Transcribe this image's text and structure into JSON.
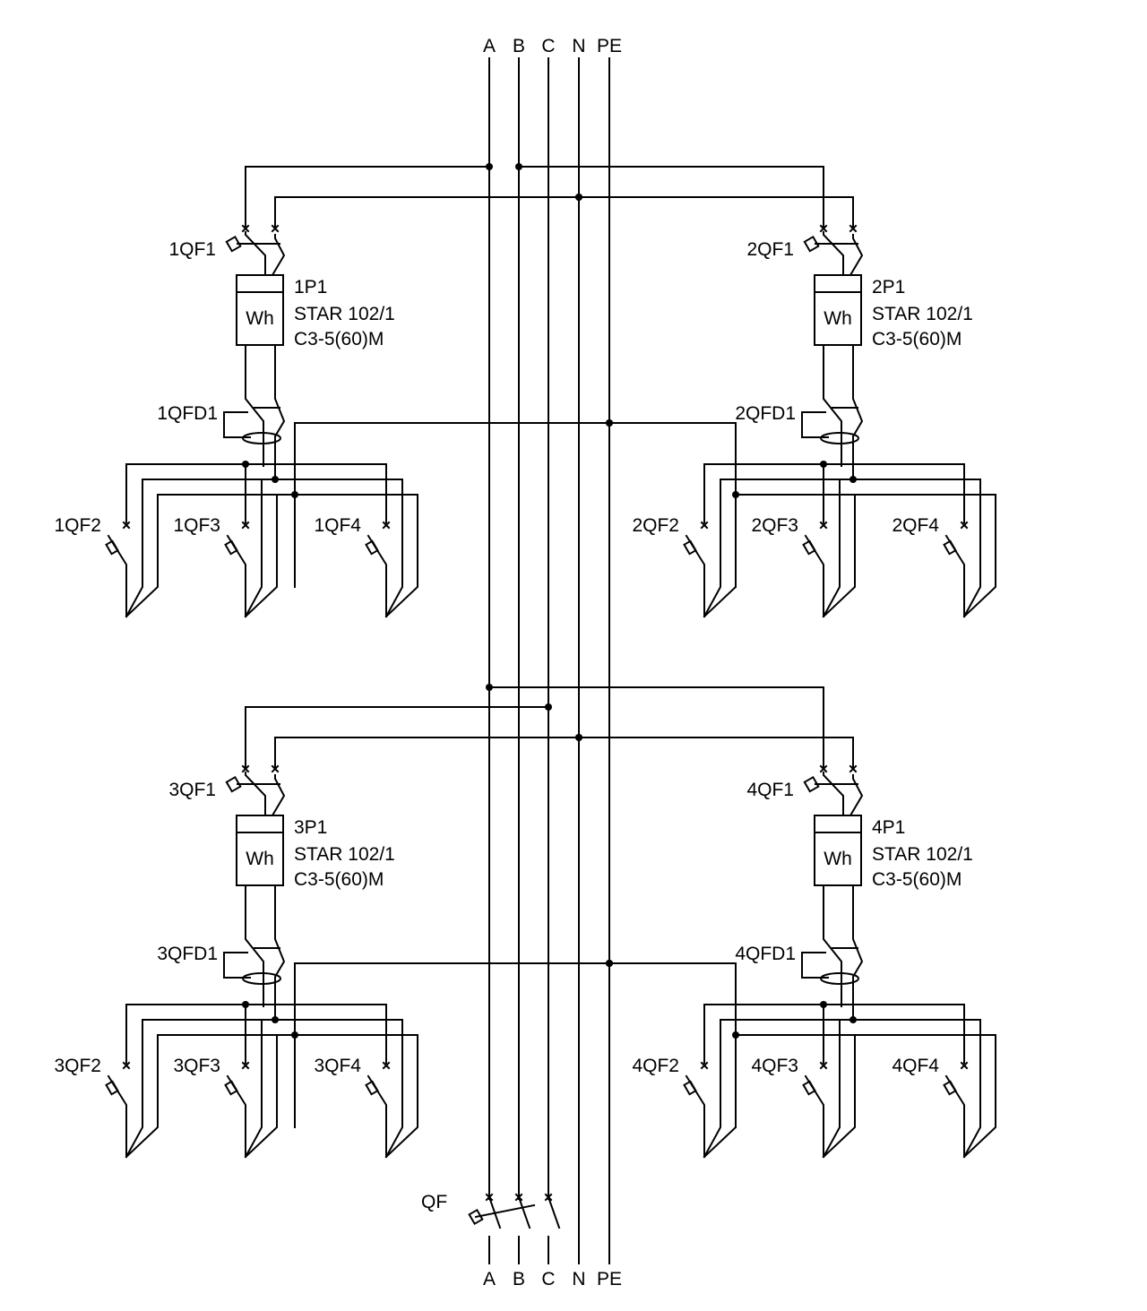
{
  "bus_labels_top": [
    "A",
    "B",
    "C",
    "N",
    "PE"
  ],
  "bus_labels_bottom": [
    "A",
    "B",
    "C",
    "N",
    "PE"
  ],
  "main_breaker": "QF",
  "groups": [
    {
      "breaker": "1QF1",
      "meter": {
        "id": "1P1",
        "model": "STAR 102/1",
        "spec": "C3-5(60)M",
        "symbol": "Wh"
      },
      "rcd": "1QFD1",
      "outputs": [
        "1QF2",
        "1QF3",
        "1QF4"
      ]
    },
    {
      "breaker": "2QF1",
      "meter": {
        "id": "2P1",
        "model": "STAR 102/1",
        "spec": "C3-5(60)M",
        "symbol": "Wh"
      },
      "rcd": "2QFD1",
      "outputs": [
        "2QF2",
        "2QF3",
        "2QF4"
      ]
    },
    {
      "breaker": "3QF1",
      "meter": {
        "id": "3P1",
        "model": "STAR 102/1",
        "spec": "C3-5(60)M",
        "symbol": "Wh"
      },
      "rcd": "3QFD1",
      "outputs": [
        "3QF2",
        "3QF3",
        "3QF4"
      ]
    },
    {
      "breaker": "4QF1",
      "meter": {
        "id": "4P1",
        "model": "STAR 102/1",
        "spec": "C3-5(60)M",
        "symbol": "Wh"
      },
      "rcd": "4QFD1",
      "outputs": [
        "4QF2",
        "4QF3",
        "4QF4"
      ]
    }
  ]
}
